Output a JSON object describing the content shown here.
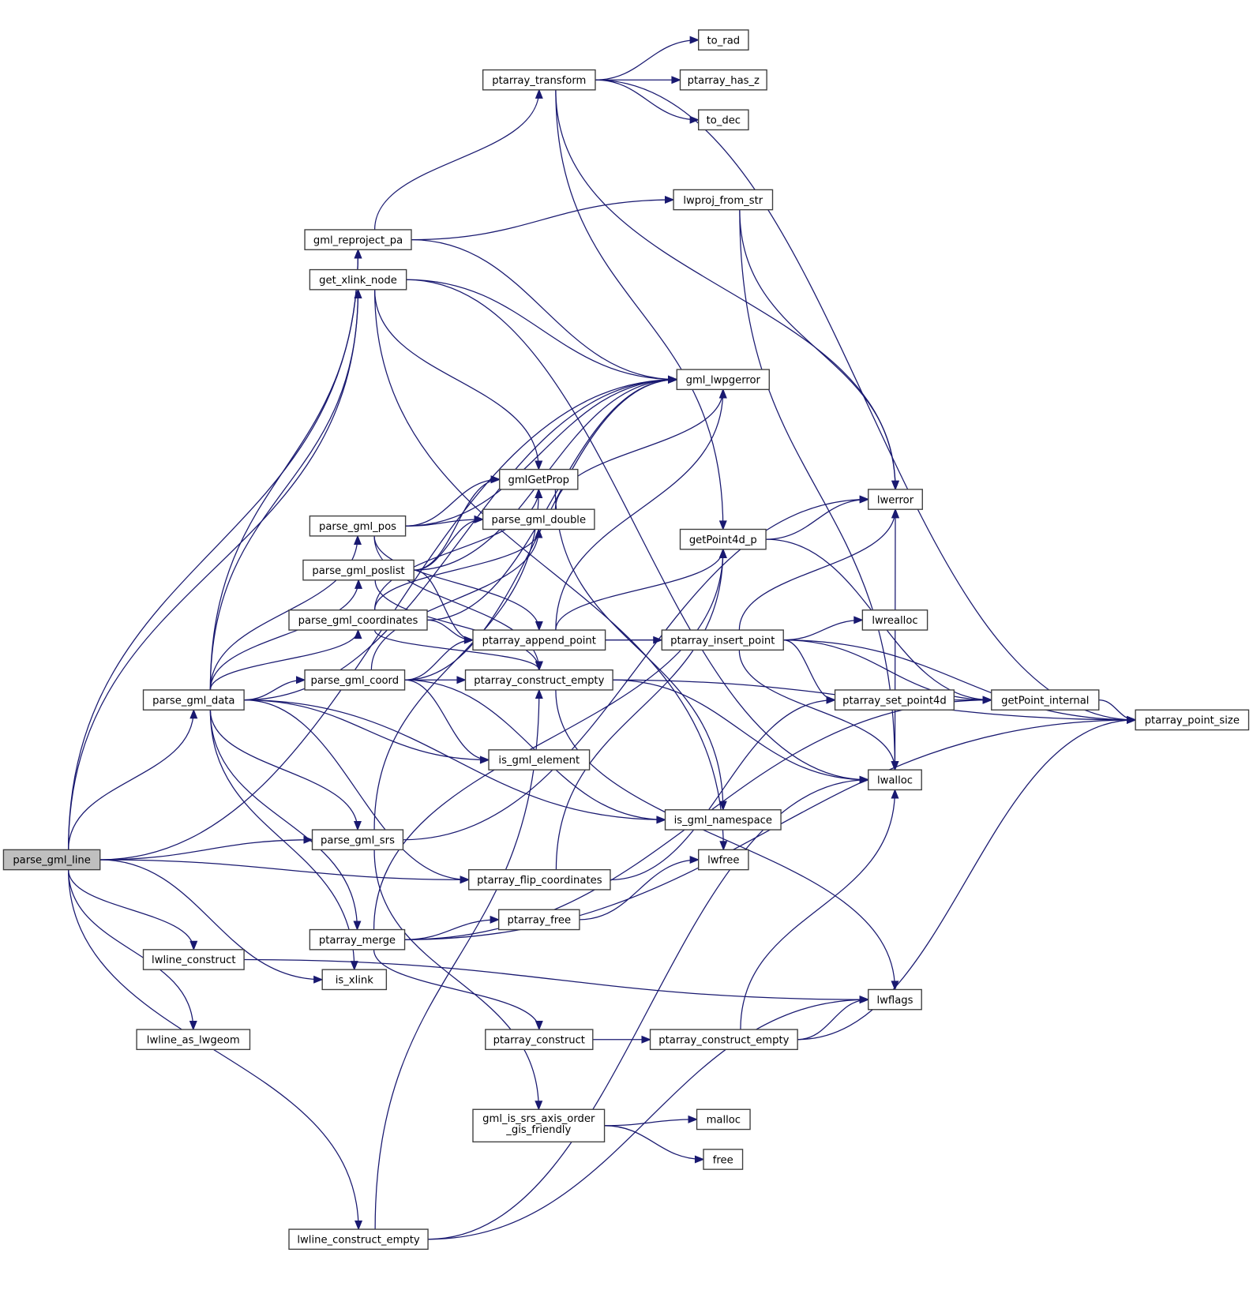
{
  "graph": {
    "nodes": [
      {
        "id": "parse_gml_line",
        "label": "parse_gml_line",
        "highlight": true
      },
      {
        "id": "parse_gml_data",
        "label": "parse_gml_data"
      },
      {
        "id": "lwline_construct",
        "label": "lwline_construct"
      },
      {
        "id": "lwline_as_lwgeom",
        "label": "lwline_as_lwgeom"
      },
      {
        "id": "lwline_construct_empty",
        "label": "lwline_construct_empty"
      },
      {
        "id": "gml_reproject_pa",
        "label": "gml_reproject_pa"
      },
      {
        "id": "get_xlink_node",
        "label": "get_xlink_node"
      },
      {
        "id": "parse_gml_pos",
        "label": "parse_gml_pos"
      },
      {
        "id": "parse_gml_poslist",
        "label": "parse_gml_poslist"
      },
      {
        "id": "parse_gml_coordinates",
        "label": "parse_gml_coordinates"
      },
      {
        "id": "parse_gml_coord",
        "label": "parse_gml_coord"
      },
      {
        "id": "parse_gml_srs",
        "label": "parse_gml_srs"
      },
      {
        "id": "ptarray_merge",
        "label": "ptarray_merge"
      },
      {
        "id": "is_xlink",
        "label": "is_xlink"
      },
      {
        "id": "ptarray_transform",
        "label": "ptarray_transform"
      },
      {
        "id": "gmlGetProp",
        "label": "gmlGetProp"
      },
      {
        "id": "parse_gml_double",
        "label": "parse_gml_double"
      },
      {
        "id": "ptarray_append_point",
        "label": "ptarray_append_point"
      },
      {
        "id": "ptarray_construct_empty_a",
        "label": "ptarray_construct_empty"
      },
      {
        "id": "is_gml_element",
        "label": "is_gml_element"
      },
      {
        "id": "ptarray_flip_coordinates",
        "label": "ptarray_flip_coordinates"
      },
      {
        "id": "ptarray_free",
        "label": "ptarray_free"
      },
      {
        "id": "ptarray_construct",
        "label": "ptarray_construct"
      },
      {
        "id": "gml_is_srs_axis_order_gis_friendly",
        "label": "gml_is_srs_axis_order",
        "label2": "_gis_friendly"
      },
      {
        "id": "to_rad",
        "label": "to_rad"
      },
      {
        "id": "ptarray_has_z",
        "label": "ptarray_has_z"
      },
      {
        "id": "to_dec",
        "label": "to_dec"
      },
      {
        "id": "lwproj_from_str",
        "label": "lwproj_from_str"
      },
      {
        "id": "gml_lwpgerror",
        "label": "gml_lwpgerror"
      },
      {
        "id": "getPoint4d_p",
        "label": "getPoint4d_p"
      },
      {
        "id": "ptarray_insert_point",
        "label": "ptarray_insert_point"
      },
      {
        "id": "is_gml_namespace",
        "label": "is_gml_namespace"
      },
      {
        "id": "lwfree",
        "label": "lwfree"
      },
      {
        "id": "ptarray_construct_empty_b",
        "label": "ptarray_construct_empty"
      },
      {
        "id": "malloc",
        "label": "malloc"
      },
      {
        "id": "free",
        "label": "free"
      },
      {
        "id": "lwerror",
        "label": "lwerror"
      },
      {
        "id": "lwrealloc",
        "label": "lwrealloc"
      },
      {
        "id": "ptarray_set_point4d",
        "label": "ptarray_set_point4d"
      },
      {
        "id": "lwalloc",
        "label": "lwalloc"
      },
      {
        "id": "lwflags",
        "label": "lwflags"
      },
      {
        "id": "getPoint_internal",
        "label": "getPoint_internal"
      },
      {
        "id": "ptarray_point_size",
        "label": "ptarray_point_size"
      }
    ],
    "edges": [
      [
        "parse_gml_line",
        "parse_gml_data"
      ],
      [
        "parse_gml_line",
        "gml_reproject_pa"
      ],
      [
        "parse_gml_line",
        "get_xlink_node"
      ],
      [
        "parse_gml_line",
        "gml_lwpgerror"
      ],
      [
        "parse_gml_line",
        "parse_gml_srs"
      ],
      [
        "parse_gml_line",
        "ptarray_flip_coordinates"
      ],
      [
        "parse_gml_line",
        "is_xlink"
      ],
      [
        "parse_gml_line",
        "lwline_construct"
      ],
      [
        "parse_gml_line",
        "lwline_as_lwgeom"
      ],
      [
        "parse_gml_line",
        "lwline_construct_empty"
      ],
      [
        "parse_gml_data",
        "gml_reproject_pa"
      ],
      [
        "parse_gml_data",
        "get_xlink_node"
      ],
      [
        "parse_gml_data",
        "gml_lwpgerror"
      ],
      [
        "parse_gml_data",
        "parse_gml_pos"
      ],
      [
        "parse_gml_data",
        "parse_gml_poslist"
      ],
      [
        "parse_gml_data",
        "parse_gml_coordinates"
      ],
      [
        "parse_gml_data",
        "parse_gml_coord"
      ],
      [
        "parse_gml_data",
        "is_gml_element"
      ],
      [
        "parse_gml_data",
        "is_gml_namespace"
      ],
      [
        "parse_gml_data",
        "parse_gml_srs"
      ],
      [
        "parse_gml_data",
        "ptarray_flip_coordinates"
      ],
      [
        "parse_gml_data",
        "ptarray_merge"
      ],
      [
        "parse_gml_data",
        "is_xlink"
      ],
      [
        "gml_reproject_pa",
        "ptarray_transform"
      ],
      [
        "gml_reproject_pa",
        "lwproj_from_str"
      ],
      [
        "gml_reproject_pa",
        "gml_lwpgerror"
      ],
      [
        "get_xlink_node",
        "gml_lwpgerror"
      ],
      [
        "get_xlink_node",
        "gmlGetProp"
      ],
      [
        "get_xlink_node",
        "lwalloc"
      ],
      [
        "get_xlink_node",
        "lwfree"
      ],
      [
        "parse_gml_pos",
        "gml_lwpgerror"
      ],
      [
        "parse_gml_pos",
        "gmlGetProp"
      ],
      [
        "parse_gml_pos",
        "parse_gml_double"
      ],
      [
        "parse_gml_pos",
        "ptarray_append_point"
      ],
      [
        "parse_gml_pos",
        "ptarray_construct_empty_a"
      ],
      [
        "parse_gml_poslist",
        "gmlGetProp"
      ],
      [
        "parse_gml_poslist",
        "parse_gml_double"
      ],
      [
        "parse_gml_poslist",
        "ptarray_append_point"
      ],
      [
        "parse_gml_poslist",
        "ptarray_construct_empty_a"
      ],
      [
        "parse_gml_poslist",
        "gml_lwpgerror"
      ],
      [
        "parse_gml_coordinates",
        "gmlGetProp"
      ],
      [
        "parse_gml_coordinates",
        "gml_lwpgerror"
      ],
      [
        "parse_gml_coordinates",
        "ptarray_append_point"
      ],
      [
        "parse_gml_coordinates",
        "ptarray_construct_empty_a"
      ],
      [
        "parse_gml_coordinates",
        "parse_gml_double"
      ],
      [
        "parse_gml_coord",
        "ptarray_construct_empty_a"
      ],
      [
        "parse_gml_coord",
        "ptarray_append_point"
      ],
      [
        "parse_gml_coord",
        "gml_lwpgerror"
      ],
      [
        "parse_gml_coord",
        "parse_gml_double"
      ],
      [
        "parse_gml_coord",
        "is_gml_element"
      ],
      [
        "parse_gml_coord",
        "is_gml_namespace"
      ],
      [
        "parse_gml_srs",
        "gmlGetProp"
      ],
      [
        "parse_gml_srs",
        "lwerror"
      ],
      [
        "parse_gml_srs",
        "gml_is_srs_axis_order_gis_friendly"
      ],
      [
        "ptarray_merge",
        "ptarray_free"
      ],
      [
        "ptarray_merge",
        "ptarray_construct"
      ],
      [
        "ptarray_merge",
        "ptarray_point_size"
      ],
      [
        "ptarray_merge",
        "getPoint_internal"
      ],
      [
        "ptarray_merge",
        "getPoint4d_p"
      ],
      [
        "ptarray_transform",
        "to_rad"
      ],
      [
        "ptarray_transform",
        "ptarray_has_z"
      ],
      [
        "ptarray_transform",
        "to_dec"
      ],
      [
        "ptarray_transform",
        "lwerror"
      ],
      [
        "ptarray_transform",
        "getPoint4d_p"
      ],
      [
        "ptarray_transform",
        "ptarray_point_size"
      ],
      [
        "gmlGetProp",
        "is_gml_namespace"
      ],
      [
        "parse_gml_double",
        "gml_lwpgerror"
      ],
      [
        "ptarray_append_point",
        "ptarray_insert_point"
      ],
      [
        "ptarray_append_point",
        "gml_lwpgerror"
      ],
      [
        "ptarray_append_point",
        "getPoint4d_p"
      ],
      [
        "ptarray_construct_empty_a",
        "lwalloc"
      ],
      [
        "ptarray_construct_empty_a",
        "lwflags"
      ],
      [
        "ptarray_construct_empty_a",
        "ptarray_point_size"
      ],
      [
        "ptarray_flip_coordinates",
        "getPoint4d_p"
      ],
      [
        "ptarray_flip_coordinates",
        "ptarray_set_point4d"
      ],
      [
        "ptarray_free",
        "lwfree"
      ],
      [
        "ptarray_construct",
        "ptarray_construct_empty_b"
      ],
      [
        "gml_is_srs_axis_order_gis_friendly",
        "malloc"
      ],
      [
        "gml_is_srs_axis_order_gis_friendly",
        "free"
      ],
      [
        "lwproj_from_str",
        "lwerror"
      ],
      [
        "lwproj_from_str",
        "lwalloc"
      ],
      [
        "getPoint4d_p",
        "lwerror"
      ],
      [
        "getPoint4d_p",
        "getPoint_internal"
      ],
      [
        "ptarray_insert_point",
        "lwrealloc"
      ],
      [
        "ptarray_insert_point",
        "lwerror"
      ],
      [
        "ptarray_insert_point",
        "ptarray_set_point4d"
      ],
      [
        "ptarray_insert_point",
        "getPoint_internal"
      ],
      [
        "ptarray_insert_point",
        "lwalloc"
      ],
      [
        "ptarray_insert_point",
        "ptarray_point_size"
      ],
      [
        "ptarray_set_point4d",
        "getPoint_internal"
      ],
      [
        "getPoint_internal",
        "ptarray_point_size"
      ],
      [
        "ptarray_construct_empty_b",
        "lwflags"
      ],
      [
        "ptarray_construct_empty_b",
        "lwalloc"
      ],
      [
        "ptarray_construct_empty_b",
        "ptarray_point_size"
      ],
      [
        "lwalloc",
        "lwerror"
      ],
      [
        "lwline_construct",
        "lwflags"
      ],
      [
        "lwline_construct_empty",
        "ptarray_construct_empty_a"
      ],
      [
        "lwline_construct_empty",
        "lwalloc"
      ],
      [
        "lwline_construct_empty",
        "lwflags"
      ]
    ]
  }
}
